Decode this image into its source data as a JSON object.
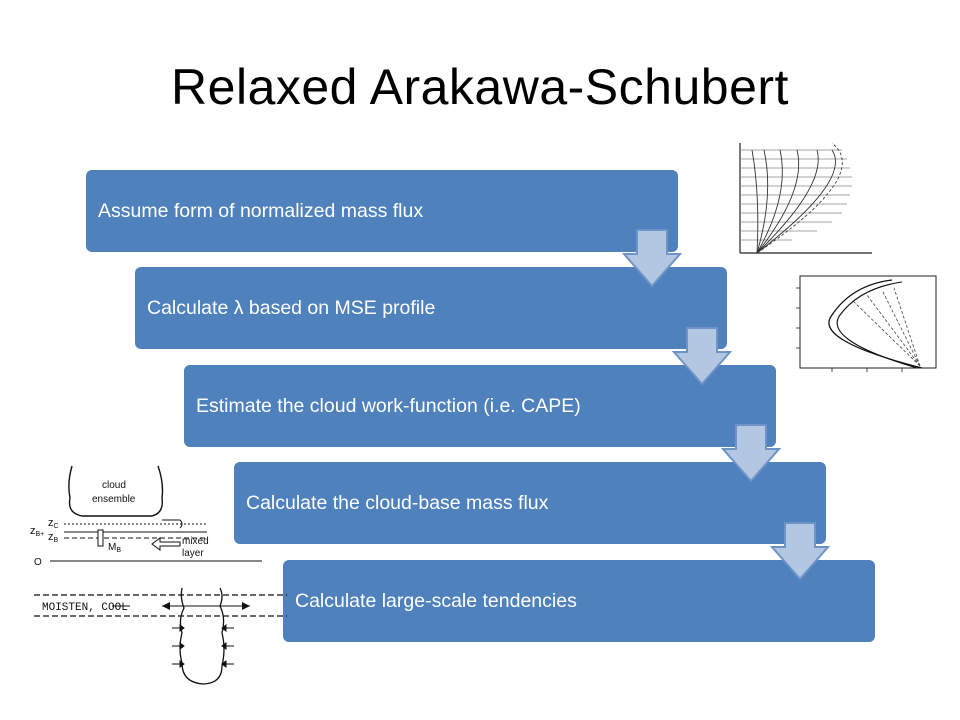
{
  "title": "Relaxed Arakawa-Schubert",
  "steps": [
    {
      "label": "Assume form of normalized mass flux"
    },
    {
      "label": "Calculate λ based on MSE profile"
    },
    {
      "label": "Estimate the cloud work-function (i.e. CAPE)"
    },
    {
      "label": "Calculate the cloud-base mass flux"
    },
    {
      "label": "Calculate large-scale tendencies"
    }
  ],
  "colors": {
    "box": "#4f81bd",
    "arrow_fill": "#b3c7e3",
    "arrow_stroke": "#6e93c7"
  },
  "schematic": {
    "cloud_label": "cloud",
    "ensemble_label": "ensemble",
    "zc": "z",
    "zc_sub": "C",
    "zb_plus": "z",
    "zb_plus_sub": "B+",
    "zb": "z",
    "zb_sub": "B",
    "mb": "M",
    "mb_sub": "B",
    "mixed_label": "mixed",
    "layer_label": "layer",
    "zero": "O",
    "moisten_cool": "MOISTEN, COOL"
  }
}
